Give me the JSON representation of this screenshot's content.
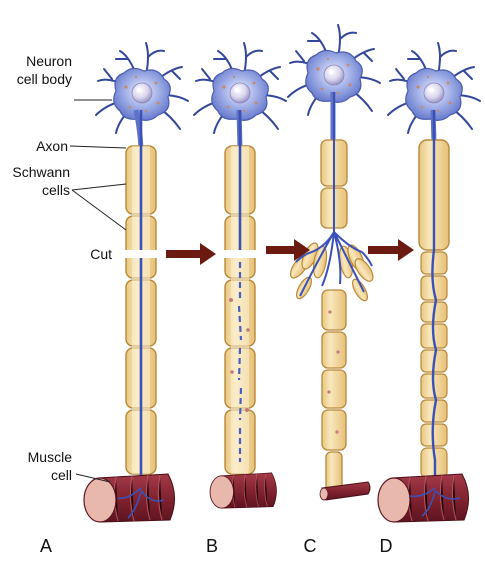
{
  "labels": {
    "neuron_cell_body_line1": "Neuron",
    "neuron_cell_body_line2": "cell body",
    "axon": "Axon",
    "schwann_line1": "Schwann",
    "schwann_line2": "cells",
    "cut": "Cut",
    "muscle_line1": "Muscle",
    "muscle_line2": "cell"
  },
  "panels": [
    "A",
    "B",
    "C",
    "D"
  ],
  "colors": {
    "neuron_body": "#8fa0dc",
    "neuron_dendrite": "#3c4f9e",
    "axon": "#3a51b8",
    "schwann_fill": "#f4dfa6",
    "schwann_edge": "#b8893a",
    "muscle_fill": "#8c2a36",
    "muscle_face": "#e8b4aa",
    "arrow": "#6b1a12"
  }
}
